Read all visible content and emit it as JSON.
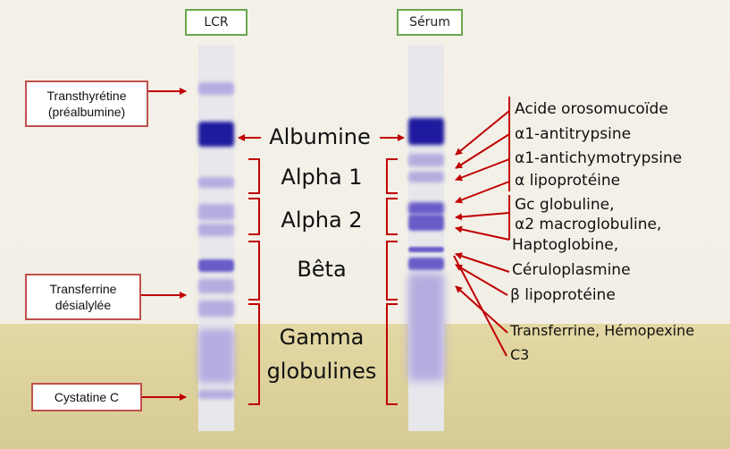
{
  "headers": {
    "csf": "LCR",
    "serum": "Sérum"
  },
  "left_labels": {
    "transthyretin_line1": "Transthyrétine",
    "transthyretin_line2": "(préalbumine)",
    "transferrin_line1": "Transferrine",
    "transferrin_line2": "désialylée",
    "cystatin": "Cystatine C"
  },
  "fractions": {
    "albumine": "Albumine",
    "alpha1": "Alpha 1",
    "alpha2": "Alpha 2",
    "beta": "Bêta",
    "gamma_line1": "Gamma",
    "gamma_line2": "globulines"
  },
  "right_labels": {
    "orosomucoid": "Acide orosomucoïde",
    "antitrypsin": "α1-antitrypsine",
    "antichymotrypsin": "α1-antichymotrypsine",
    "alpha_lipoprotein": "α lipoprotéine",
    "gc_globulin": "Gc globuline,",
    "macroglobulin": "α2 macroglobuline,",
    "haptoglobin": "Haptoglobine,",
    "ceruloplasmin": "Céruloplasmine",
    "beta_lipoprotein": "β lipoprotéine",
    "transferrin_hemopexin": "Transferrine, Hémopexine",
    "c3": "C3"
  },
  "colors": {
    "arrow": "#c00000",
    "band_dark": "#1f1a9e",
    "band_mid": "#6a5cc8",
    "band_light": "#b5acdf",
    "header_border": "#6aa84f"
  }
}
